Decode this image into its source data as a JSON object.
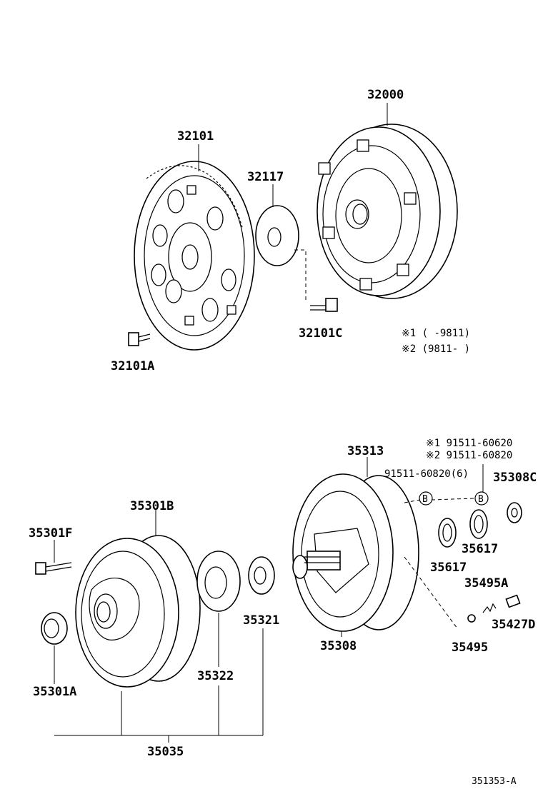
{
  "labels": {
    "p32000": "32000",
    "p32101": "32101",
    "p32117": "32117",
    "p32101C": "32101C",
    "p32101A": "32101A",
    "note1": "※1 (      -9811)",
    "note2": "※2 (9811-      )",
    "ref1": "※1 91511-60620",
    "ref2": "※2 91511-60820",
    "ref3": "91511-60820(6)",
    "p35313": "35313",
    "p35308C": "35308C",
    "p35301B": "35301B",
    "p35301F": "35301F",
    "p35617a": "35617",
    "p35617b": "35617",
    "p35495A": "35495A",
    "p35321": "35321",
    "p35427D": "35427D",
    "p35308": "35308",
    "p35495": "35495",
    "p35322": "35322",
    "p35301A": "35301A",
    "p35035": "35035",
    "circleB1": "B",
    "circleB2": "B",
    "figure_id": "351353-A"
  },
  "icons": {
    "flywheel": "drive-plate-icon",
    "converter": "torque-converter-icon",
    "pump": "oil-pump-icon"
  }
}
